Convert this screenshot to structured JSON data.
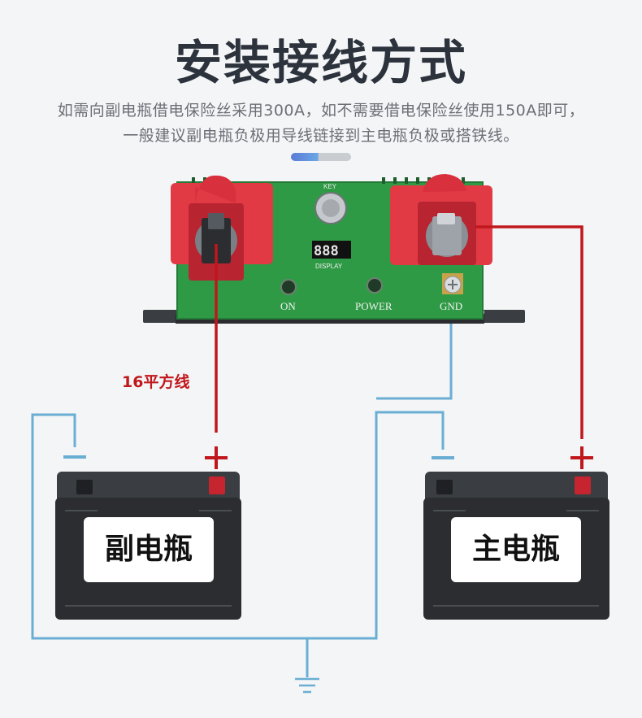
{
  "title": "安装接线方式",
  "subtitle_line1": "如需向副电瓶借电保险丝采用300A，如不需要借电保险丝使用150A即可，",
  "subtitle_line2": "一般建议副电瓶负极用导线链接到主电瓶负极或搭铁线。",
  "device": {
    "key_label": "KEY",
    "display_label": "DISPLAY",
    "display_digits": "888",
    "on_label": "ON",
    "power_label": "POWER",
    "gnd_label": "GND"
  },
  "wire_label": "16平方线",
  "batteries": {
    "left_label": "副电瓶",
    "right_label": "主电瓶"
  },
  "colors": {
    "positive_wire": "#c0171c",
    "negative_wire": "#6aaed3",
    "pcb_green": "#2f9a45",
    "terminal_cover": "#e23a45",
    "battery_body": "#2b2d30"
  }
}
